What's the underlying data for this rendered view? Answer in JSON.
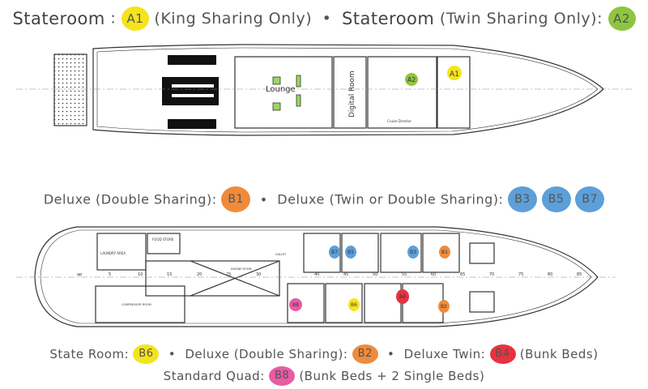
{
  "colors": {
    "yellow": "#f4e41c",
    "green": "#8dc63f",
    "orange": "#f08b3b",
    "blue": "#5d9fd8",
    "red": "#e8323f",
    "pink": "#e95ba3"
  },
  "separator": "•",
  "top_legend": {
    "stateroom1": "Stateroom",
    "a1": "A1",
    "a1_desc": "(King Sharing Only)",
    "stateroom2": "Stateroom",
    "a2_desc": "(Twin Sharing Only):",
    "a2": "A2"
  },
  "mid_legend": {
    "deluxe1": "Deluxe (Double Sharing):",
    "b1": "B1",
    "deluxe2": "Deluxe (Twin or Double Sharing):",
    "b3": "B3",
    "b5": "B5",
    "b7": "B7"
  },
  "bottom_legend": {
    "state_room": "State Room:",
    "b6": "B6",
    "deluxe": "Deluxe (Double Sharing):",
    "b2": "B2",
    "deluxe_twin": "Deluxe  Twin:",
    "b4": "B4",
    "bunk": "(Bunk Beds)",
    "quad": "Standard Quad:",
    "b8": "B8",
    "quad_desc": "(Bunk Beds + 2 Single Beds)"
  },
  "upper_deck": {
    "lounge": "Lounge",
    "digital_room": "Digital Room",
    "cruise_director": "Cruise Director",
    "a1": "A1",
    "a2": "A2"
  },
  "lower_deck": {
    "food_store": "FOOD STORE",
    "laundry": "LAUNDRY AREA",
    "galley": "GALLEY",
    "compressor": "COMPRESSOR ROOM",
    "engine_room": "ENGINE ROOM",
    "frames": [
      "ap",
      "5",
      "10",
      "15",
      "20",
      "25",
      "30",
      "40",
      "45",
      "50",
      "55",
      "60",
      "65",
      "70",
      "75",
      "80",
      "85"
    ],
    "b1": "B1",
    "b2": "B2",
    "b3": "B3",
    "b4": "B4",
    "b5": "B5",
    "b6": "B6",
    "b7": "B7",
    "b8": "B8"
  }
}
